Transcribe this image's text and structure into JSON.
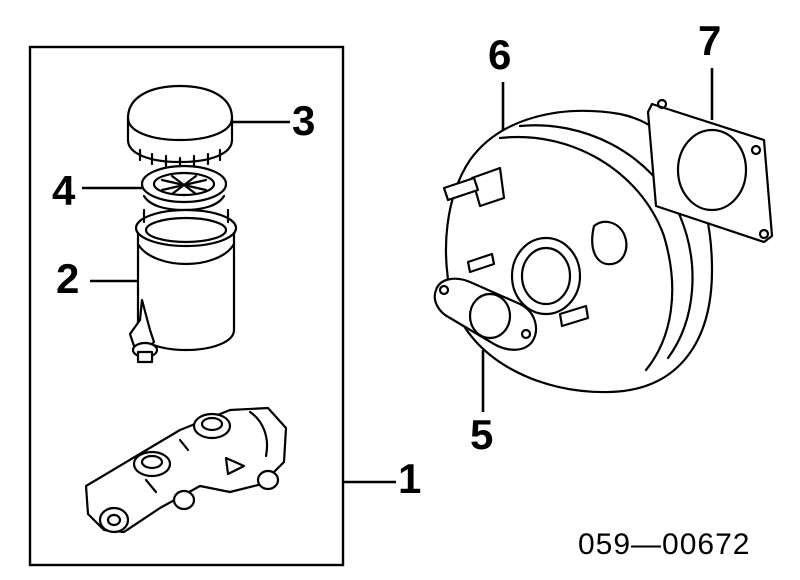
{
  "callouts": {
    "part1": "1",
    "part2": "2",
    "part3": "3",
    "part4": "4",
    "part5": "5",
    "part6": "6",
    "part7": "7"
  },
  "diagram_code": "059—00672"
}
